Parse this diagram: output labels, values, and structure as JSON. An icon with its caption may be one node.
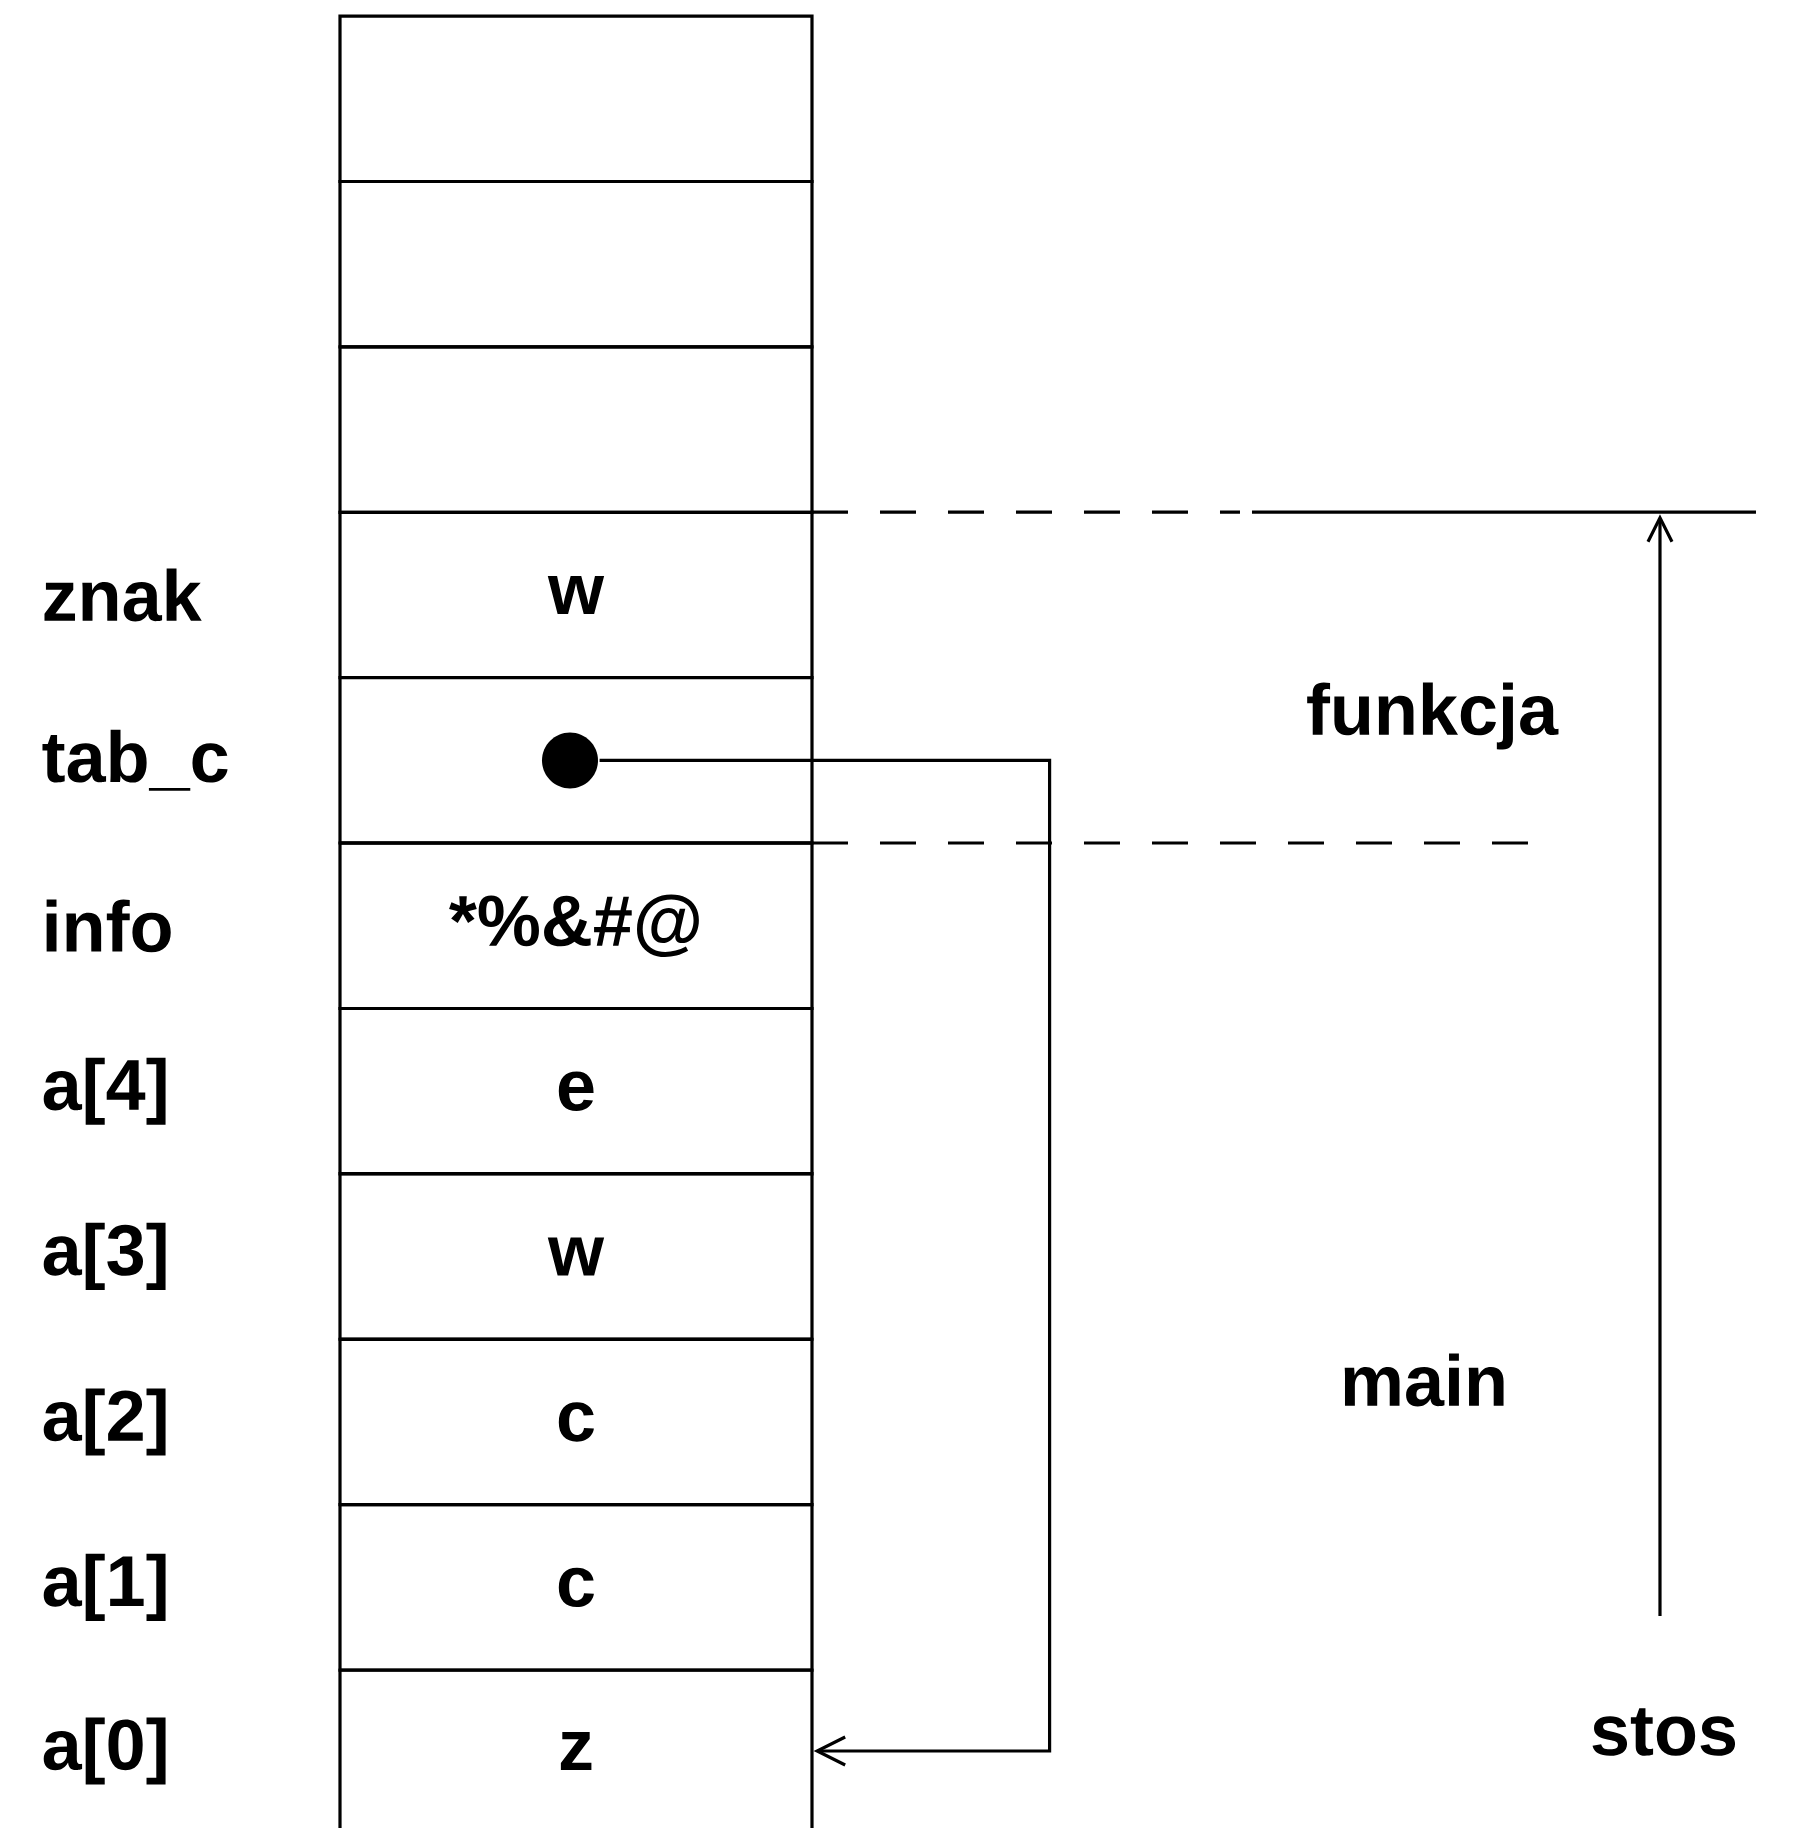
{
  "diagram": {
    "nodes": [
      {
        "text": [],
        "shape": "box"
      },
      {
        "text": [],
        "shape": "box"
      },
      {
        "text": [],
        "shape": "box"
      },
      {
        "text": [
          "w"
        ],
        "beside": [
          "znak"
        ]
      },
      {
        "text": [],
        "shape": "box",
        "beside": [
          "tab_c"
        ]
      },
      {
        "text": [],
        "shape": "circle",
        "in": 4
      },
      {
        "text": [
          "*%&#@"
        ],
        "beside": [
          "info"
        ]
      },
      {
        "text": [
          "e"
        ],
        "beside": [
          "a[4]"
        ]
      },
      {
        "text": [
          "w"
        ],
        "beside": [
          "a[3]"
        ]
      },
      {
        "text": [
          "c"
        ],
        "beside": [
          "a[2]"
        ]
      },
      {
        "text": [
          "c"
        ],
        "beside": [
          "a[1]"
        ]
      },
      {
        "text": [
          "z"
        ],
        "beside": [
          "a[0]"
        ]
      }
    ],
    "edges": [
      {
        "from": 5,
        "to": 11,
        "arrow": "to"
      }
    ],
    "labels": [
      "funkcja",
      "main",
      "stos"
    ]
  }
}
